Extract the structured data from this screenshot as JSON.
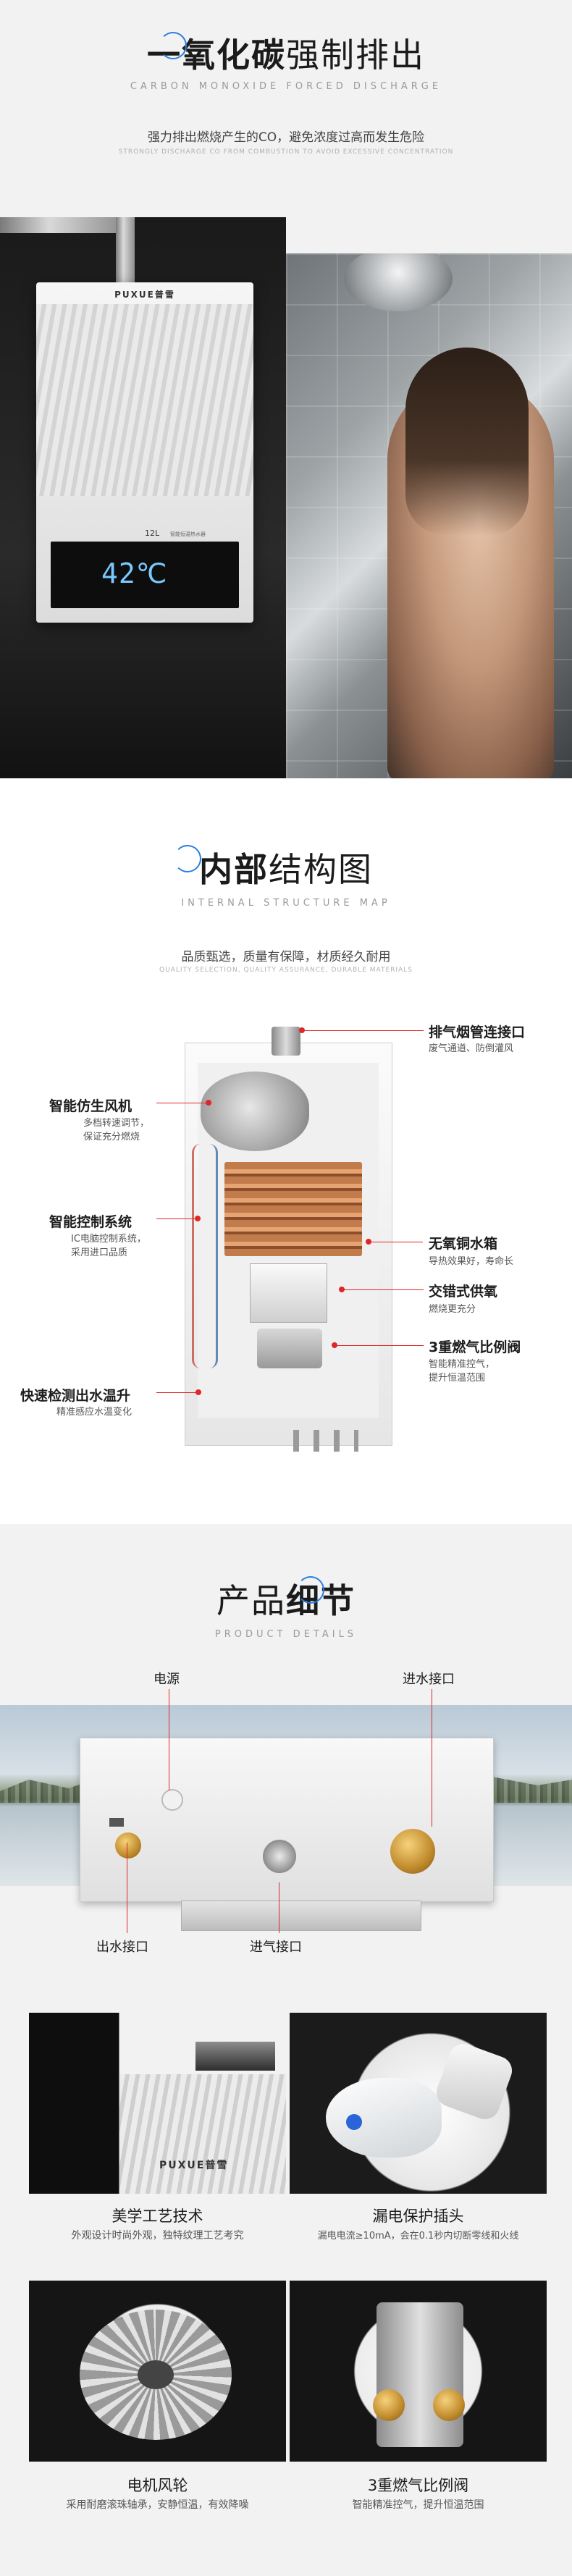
{
  "section1": {
    "title_bold": "一氧化碳",
    "title_light": "强制排出",
    "subtitle_en": "CARBON MONOXIDE FORCED DISCHARGE",
    "desc": "强力排出燃烧产生的CO，避免浓度过高而发生危险",
    "desc_en": "STRONGLY DISCHARGE CO FROM COMBUSTION TO AVOID EXCESSIVE CONCENTRATION",
    "heater": {
      "brand": "PUXUE普雪",
      "model": "12L",
      "model_note": "智能恒温热水器",
      "temperature": "42℃"
    }
  },
  "section2": {
    "title_bold": "内部",
    "title_light": "结构图",
    "subtitle_en": "INTERNAL STRUCTURE MAP",
    "desc": "品质甄选，质量有保障，材质经久耐用",
    "desc_en": "QUALITY SELECTION, QUALITY ASSURANCE, DURABLE MATERIALS",
    "labels": {
      "flue": {
        "title": "排气烟管连接口",
        "sub": [
          "废气通道、防倒灌风"
        ]
      },
      "fan": {
        "title": "智能仿生风机",
        "sub": [
          "多档转速调节，",
          "保证充分燃烧"
        ]
      },
      "control": {
        "title": "智能控制系统",
        "sub": [
          "IC电脑控制系统，",
          "采用进口品质"
        ]
      },
      "copper": {
        "title": "无氧铜水箱",
        "sub": [
          "导热效果好，寿命长"
        ]
      },
      "burner": {
        "title": "交错式供氧",
        "sub": [
          "燃烧更充分"
        ]
      },
      "valve": {
        "title": "3重燃气比例阀",
        "sub": [
          "智能精准控气，",
          "提升恒温范围"
        ]
      },
      "sensor": {
        "title": "快速检测出水温升",
        "sub": [
          "精准感应水温变化"
        ]
      }
    }
  },
  "section3": {
    "title_light": "产品",
    "title_bold": "细节",
    "subtitle_en": "PRODUCT DETAILS",
    "callouts": {
      "power": "电源",
      "water_in": "进水接口",
      "water_out": "出水接口",
      "gas_in": "进气接口"
    },
    "cards": [
      {
        "title": "美学工艺技术",
        "sub": "外观设计时尚外观，独特纹理工艺考究",
        "brand": "PUXUE普雪"
      },
      {
        "title": "漏电保护插头",
        "sub": "漏电电流≥10mA，会在0.1秒内切断零线和火线"
      },
      {
        "title": "电机风轮",
        "sub": "采用耐磨滚珠轴承，安静恒温，有效降噪"
      },
      {
        "title": "3重燃气比例阀",
        "sub": "智能精准控气，提升恒温范围"
      }
    ]
  }
}
